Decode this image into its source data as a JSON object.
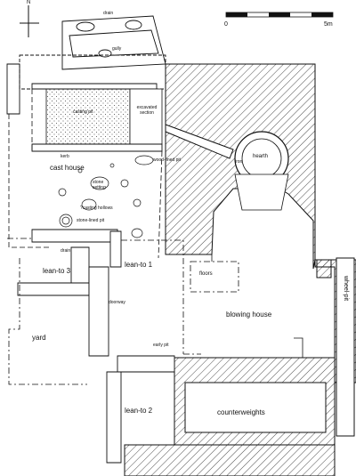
{
  "north_label": "N",
  "scale": {
    "zero": "0",
    "max": "5m"
  },
  "labels": {
    "drain_top": "drain",
    "gully": "gully",
    "casting_pit": "casting pit",
    "excavated_section": "excavated section",
    "kerb": "kerb",
    "cast_house": "cast house",
    "stone_setting": "stone setting",
    "wood_lined_pit": "wood-lined pit",
    "casting_hollows": "?casting hollows",
    "stone_lined_pit": "stone-lined pit",
    "hearth": "hearth",
    "iron": "iron",
    "drain_lower": "drain",
    "lean_to_1": "lean-to 1",
    "lean_to_2": "lean-to 2",
    "lean_to_3": "lean-to 3",
    "floors": "floors",
    "doorway": "doorway",
    "blowing_house": "blowing house",
    "early_pit": "early pit",
    "yard": "yard",
    "counterweights": "counterweights",
    "wheel_pit": "wheel-pit"
  }
}
